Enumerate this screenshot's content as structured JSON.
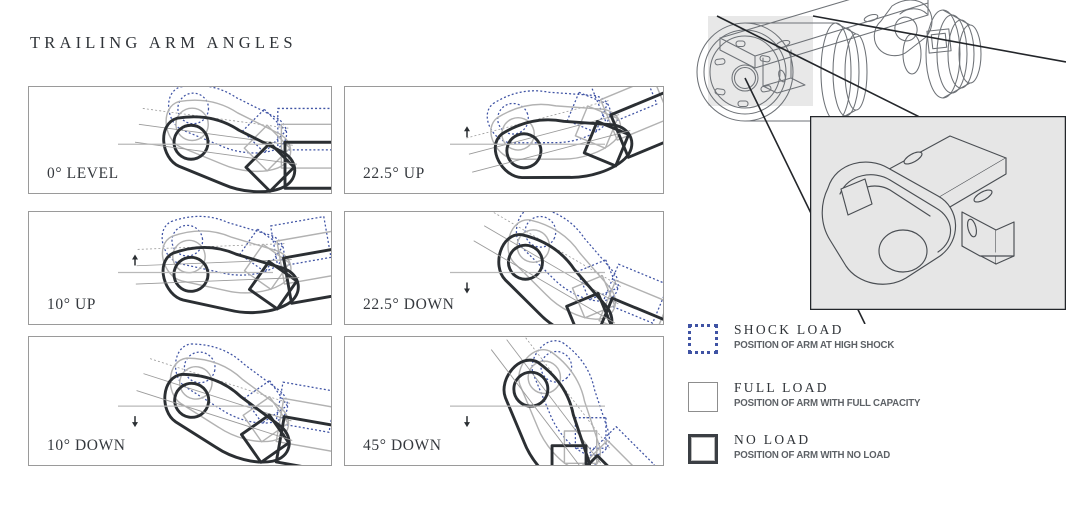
{
  "title": "TRAILING ARM ANGLES",
  "colors": {
    "arm_no_load": "#2b2f33",
    "arm_full_load": "#b2b2b2",
    "arm_shock_load": "#3f53a4",
    "panel_border": "#9a9a9a",
    "text": "#2f3338",
    "highlight_box": "#e8e8e8",
    "detail_box_fill": "#e6e6e6"
  },
  "panels": [
    {
      "label": "0° LEVEL",
      "angle": 0,
      "direction": "level",
      "tick": false
    },
    {
      "label": "22.5° UP",
      "angle": 22.5,
      "direction": "up",
      "tick": true
    },
    {
      "label": "10° UP",
      "angle": 10,
      "direction": "up",
      "tick": true
    },
    {
      "label": "22.5° DOWN",
      "angle": -22.5,
      "direction": "down",
      "tick": true
    },
    {
      "label": "10° DOWN",
      "angle": -10,
      "direction": "down",
      "tick": true
    },
    {
      "label": "45° DOWN",
      "angle": -45,
      "direction": "down",
      "tick": true
    }
  ],
  "legend": [
    {
      "title": "SHOCK LOAD",
      "subtitle": "POSITION OF ARM AT HIGH SHOCK",
      "swatch": "dotted-blue-square"
    },
    {
      "title": "FULL LOAD",
      "subtitle": "POSITION OF ARM WITH FULL CAPACITY",
      "swatch": "thin-gray-square"
    },
    {
      "title": "NO LOAD",
      "subtitle": "POSITION OF ARM WITH NO LOAD",
      "swatch": "thick-dark-square"
    }
  ],
  "illustration": {
    "assembly_name": "axle-hub-trailing-arm-assembly",
    "detail_name": "trailing-arm-bracket-detail"
  }
}
